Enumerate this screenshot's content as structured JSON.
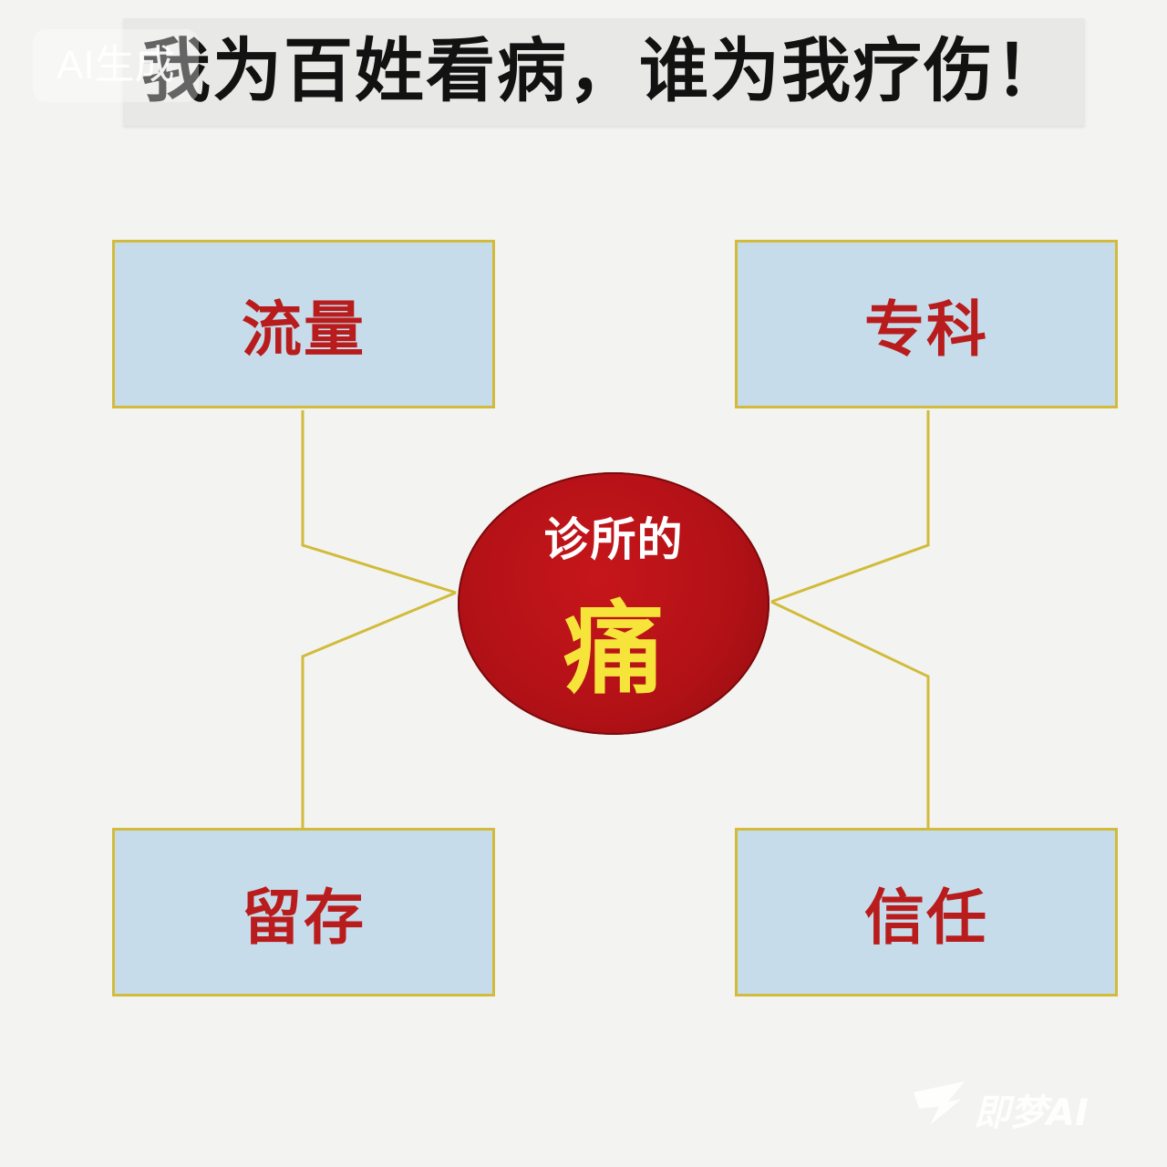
{
  "title": "我为百姓看病，谁为我疗伤！",
  "watermark_top": "AI生成",
  "boxes": {
    "top_left": "流量",
    "top_right": "专科",
    "bottom_left": "留存",
    "bottom_right": "信任"
  },
  "center": {
    "line1": "诊所的",
    "line2": "痛"
  },
  "watermark_bottom": "即梦AI",
  "colors": {
    "background": "#f3f3f1",
    "box_fill": "#c7dcea",
    "box_border": "#d2bb3a",
    "box_text": "#b91c1c",
    "circle_fill": "#b11116",
    "circle_top_text": "#ffffff",
    "circle_main_text": "#f6e43a",
    "connector": "#d2bb3a"
  }
}
